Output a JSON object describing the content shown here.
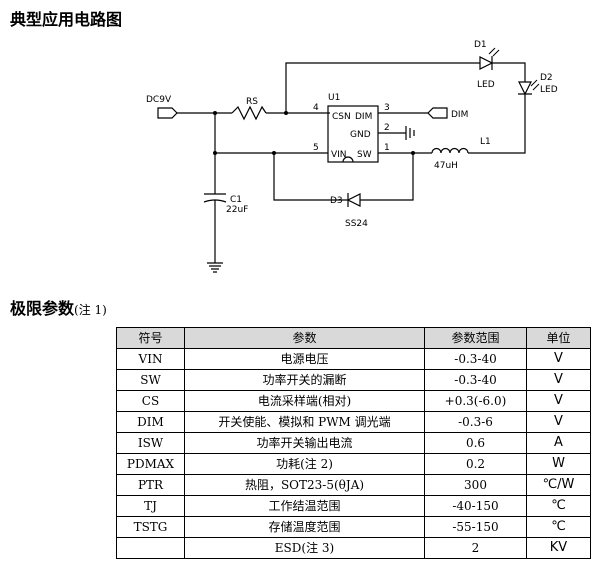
{
  "sections": {
    "circuit_title": "典型应用电路图",
    "params_title": "极限参数",
    "params_note": "(注 1)"
  },
  "circuit": {
    "input_label": "DC9V",
    "rs_label": "RS",
    "ic_label": "U1",
    "pin_csn": "CSN",
    "pin_dim": "DIM",
    "pin_gnd": "GND",
    "pin_vin": "VIN",
    "pin_sw": "SW",
    "pin4": "4",
    "pin3": "3",
    "pin2": "2",
    "pin5": "5",
    "pin1": "1",
    "dim_label": "DIM",
    "d1_label": "D1",
    "d1_type": "LED",
    "d2_label": "D2",
    "d2_type": "LED",
    "l1_label": "L1",
    "l1_value": "47uH",
    "c1_label": "C1",
    "c1_value": "22uF",
    "d3_label": "D3",
    "d3_part": "SS24"
  },
  "table": {
    "headers": [
      "符号",
      "参数",
      "参数范围",
      "单位"
    ],
    "rows": [
      {
        "symbol": "VIN",
        "param": "电源电压",
        "range": "-0.3-40",
        "unit": "V"
      },
      {
        "symbol": "SW",
        "param": "功率开关的漏断",
        "range": "-0.3-40",
        "unit": "V"
      },
      {
        "symbol": "CS",
        "param": "电流采样端(相对)",
        "range": "+0.3(-6.0)",
        "unit": "V"
      },
      {
        "symbol": "DIM",
        "param": "开关使能、模拟和 PWM 调光端",
        "range": "-0.3-6",
        "unit": "V"
      },
      {
        "symbol": "ISW",
        "param": "功率开关输出电流",
        "range": "0.6",
        "unit": "A"
      },
      {
        "symbol": "PDMAX",
        "param": "功耗(注 2)",
        "range": "0.2",
        "unit": "W"
      },
      {
        "symbol": "PTR",
        "param": "热阻，SOT23-5(θJA)",
        "range": "300",
        "unit": "℃/W"
      },
      {
        "symbol": "TJ",
        "param": "工作结温范围",
        "range": "-40-150",
        "unit": "℃"
      },
      {
        "symbol": "TSTG",
        "param": "存储温度范围",
        "range": "-55-150",
        "unit": "℃"
      },
      {
        "symbol": "",
        "param": "ESD(注 3)",
        "range": "2",
        "unit": "KV"
      }
    ]
  }
}
